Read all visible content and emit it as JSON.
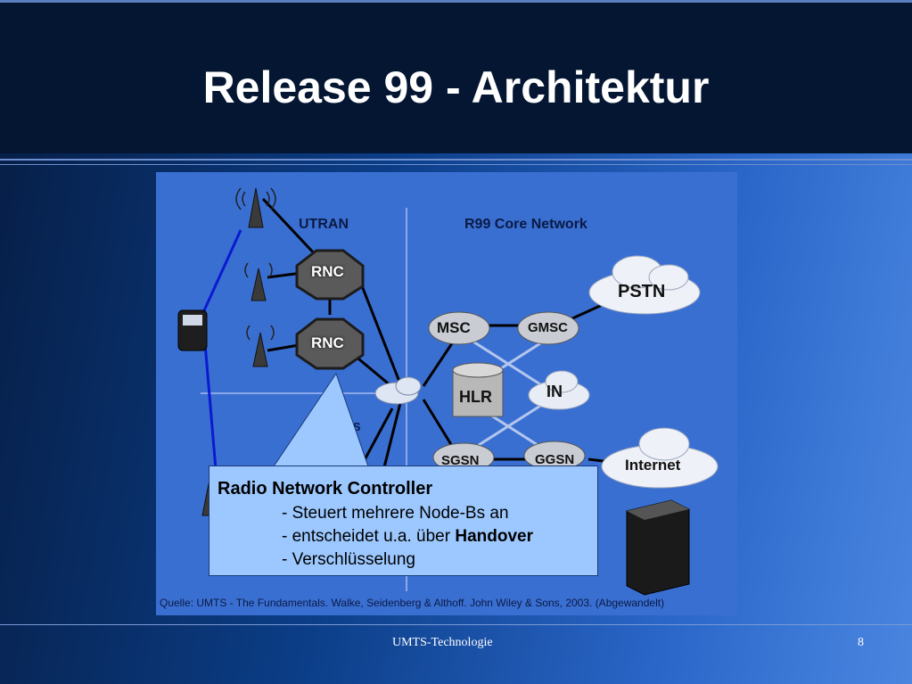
{
  "slide": {
    "title": "Release 99 - Architektur",
    "footer_center": "UMTS-Technologie",
    "page_number": "8"
  },
  "diagram": {
    "utran_label": "UTRAN",
    "core_label": "R99 Core Network",
    "rnc_1": "RNC",
    "rnc_2": "RNC",
    "msc": "MSC",
    "gmsc": "GMSC",
    "hlr": "HLR",
    "in": "IN",
    "sgsn": "SGSN",
    "ggsn": "GGSN",
    "pstn": "PSTN",
    "internet": "Internet",
    "partial_label": "...S",
    "source": "Quelle: UMTS - The Fundamentals. Walke, Seidenberg & Althoff. John Wiley & Sons, 2003. (Abgewandelt)"
  },
  "callout": {
    "heading": "Radio Network Controller",
    "line1": "- Steuert mehrere Node-Bs an",
    "line2_prefix": "- entscheidet u.a. über ",
    "line2_bold": "Handover",
    "line3": "- Verschlüsselung"
  }
}
